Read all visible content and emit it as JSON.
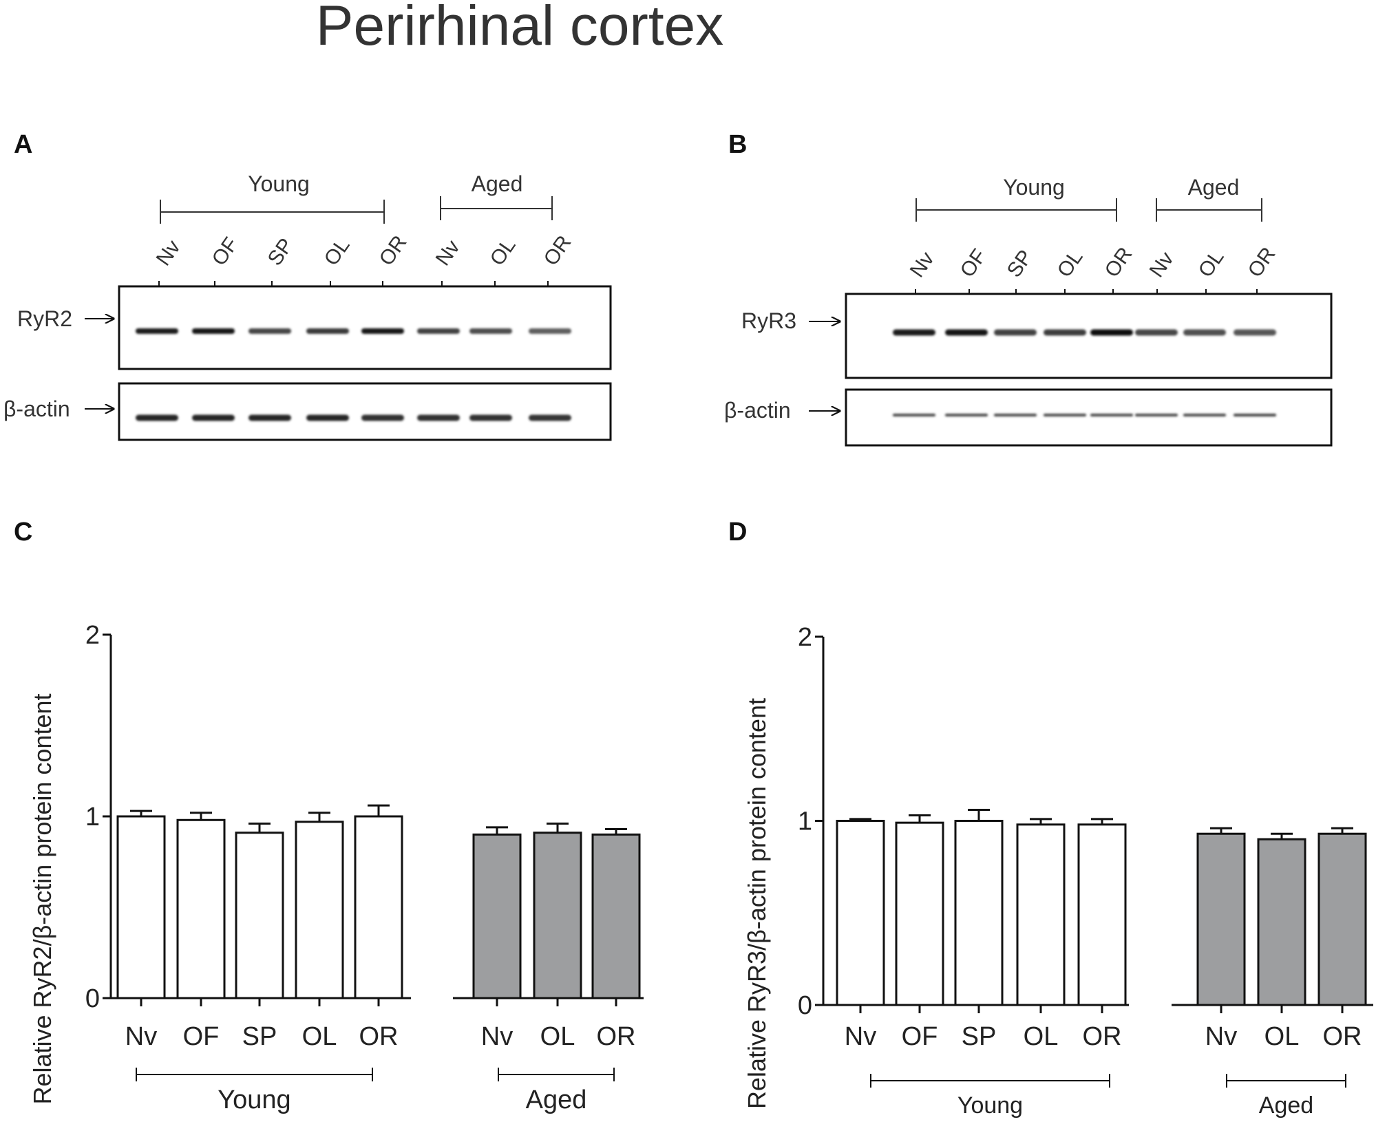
{
  "title": "Perirhinal cortex",
  "colors": {
    "young_fill": "#ffffff",
    "aged_fill": "#9d9ea0",
    "stroke": "#111111"
  },
  "panels": {
    "A": {
      "letter": "A",
      "groups": [
        {
          "label": "Young",
          "lanes": [
            "Nv",
            "OF",
            "SP",
            "OL",
            "OR"
          ]
        },
        {
          "label": "Aged",
          "lanes": [
            "Nv",
            "OL",
            "OR"
          ]
        }
      ],
      "blot_labels": [
        "RyR2",
        "β-actin"
      ],
      "target_band_intensity": [
        0.92,
        0.95,
        0.7,
        0.76,
        0.95,
        0.72,
        0.66,
        0.58
      ],
      "actin_band_intensity": [
        0.85,
        0.85,
        0.85,
        0.85,
        0.8,
        0.8,
        0.8,
        0.78
      ]
    },
    "B": {
      "letter": "B",
      "groups": [
        {
          "label": "Young",
          "lanes": [
            "Nv",
            "OF",
            "SP",
            "OL",
            "OR"
          ]
        },
        {
          "label": "Aged",
          "lanes": [
            "Nv",
            "OL",
            "OR"
          ]
        }
      ],
      "blot_labels": [
        "RyR3",
        "β-actin"
      ],
      "target_band_intensity": [
        0.9,
        0.95,
        0.72,
        0.75,
        0.97,
        0.7,
        0.65,
        0.62
      ],
      "actin_band_intensity": [
        0.7,
        0.7,
        0.7,
        0.7,
        0.7,
        0.7,
        0.7,
        0.72
      ]
    },
    "C": {
      "letter": "C"
    },
    "D": {
      "letter": "D"
    }
  },
  "chart_data": [
    {
      "type": "bar",
      "panel": "C",
      "ylabel": "Relative RyR2/β-actin protein content",
      "ylim": [
        0,
        2
      ],
      "yticks": [
        "0",
        "1",
        "2"
      ],
      "groups": [
        {
          "label": "Young",
          "categories": [
            "Nv",
            "OF",
            "SP",
            "OL",
            "OR"
          ],
          "values": [
            1.0,
            0.98,
            0.91,
            0.97,
            1.0
          ],
          "errors": [
            0.03,
            0.04,
            0.05,
            0.05,
            0.06
          ]
        },
        {
          "label": "Aged",
          "categories": [
            "Nv",
            "OL",
            "OR"
          ],
          "values": [
            0.9,
            0.91,
            0.9
          ],
          "errors": [
            0.04,
            0.05,
            0.03
          ]
        }
      ]
    },
    {
      "type": "bar",
      "panel": "D",
      "ylabel": "Relative RyR3/β-actin protein content",
      "ylim": [
        0,
        2
      ],
      "yticks": [
        "0",
        "1",
        "2"
      ],
      "groups": [
        {
          "label": "Young",
          "categories": [
            "Nv",
            "OF",
            "SP",
            "OL",
            "OR"
          ],
          "values": [
            1.0,
            0.99,
            1.0,
            0.98,
            0.98
          ],
          "errors": [
            0.01,
            0.04,
            0.06,
            0.03,
            0.03
          ]
        },
        {
          "label": "Aged",
          "categories": [
            "Nv",
            "OL",
            "OR"
          ],
          "values": [
            0.93,
            0.9,
            0.93
          ],
          "errors": [
            0.03,
            0.03,
            0.03
          ]
        }
      ]
    }
  ]
}
